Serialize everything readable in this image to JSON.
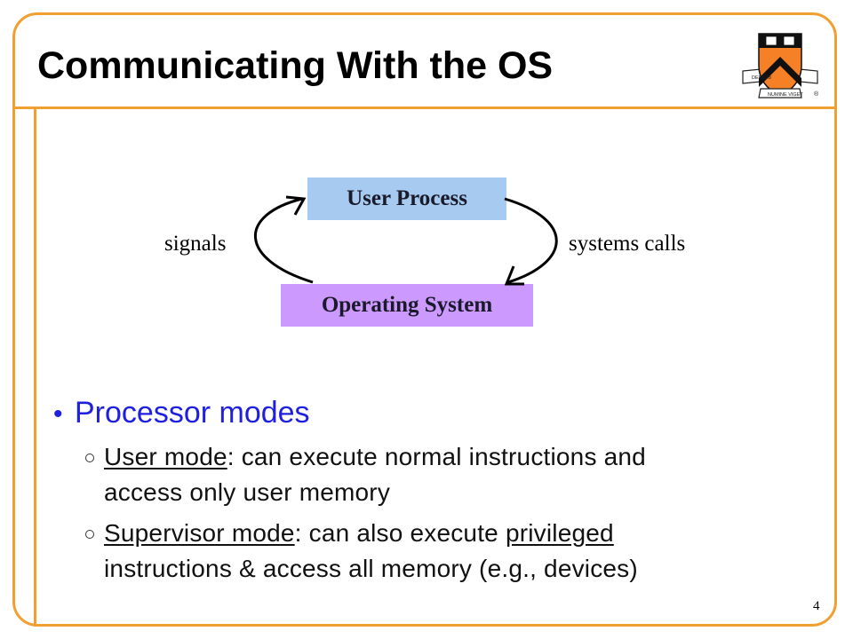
{
  "slide": {
    "title": "Communicating With the OS",
    "page_number": "4"
  },
  "crest": {
    "icon": "princeton-shield-icon",
    "motto_left": "DEI SUB",
    "motto_right": "NUMINE VIGET",
    "registered": "®"
  },
  "diagram": {
    "top_box": "User Process",
    "bottom_box": "Operating System",
    "left_label": "signals",
    "right_label": "systems calls",
    "colors": {
      "top_box": "#a6caf0",
      "bottom_box": "#cc99ff"
    }
  },
  "bullets": {
    "main": "Processor modes",
    "items": [
      {
        "term": "User mode",
        "line1_rest": ": can execute normal instructions and",
        "line2": "access only user memory"
      },
      {
        "term": "Supervisor mode",
        "line1_mid": ": can also execute ",
        "line1_underlined": "privileged",
        "line2": "instructions & access all memory (e.g., devices)"
      }
    ]
  },
  "theme": {
    "accent": "#f0a030",
    "bullet_color": "#1f1fe0"
  }
}
